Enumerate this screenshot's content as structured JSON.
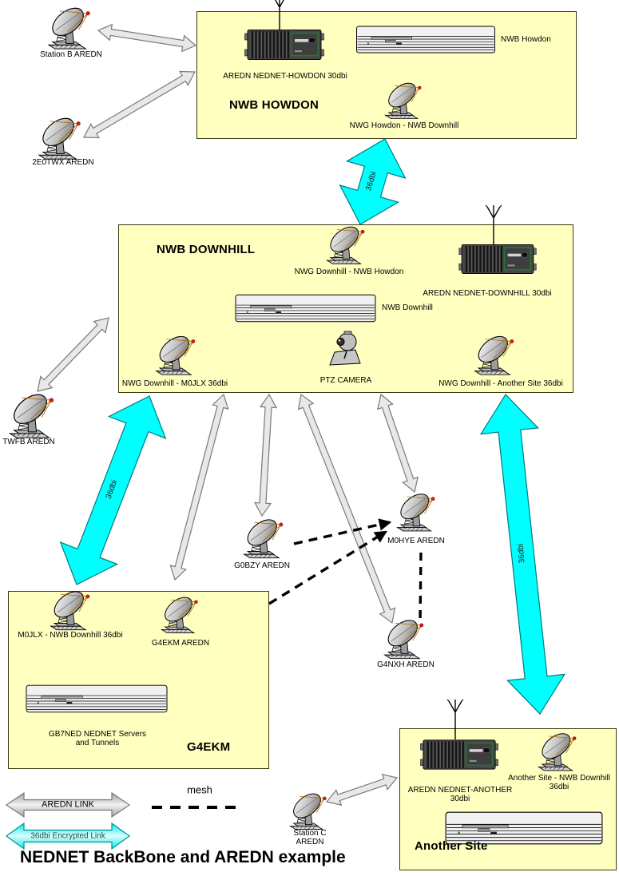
{
  "title": "NEDNET BackBone and AREDN example",
  "legend": {
    "aredn_link": "AREDN LINK",
    "encrypted_link": "36dbi Encrypted Link",
    "mesh": "mesh"
  },
  "links": {
    "howdon_downhill": "36dbi",
    "downhill_g4ekm": "36dbi",
    "downhill_another": "36dbi"
  },
  "howdon": {
    "title": "NWB HOWDON",
    "radio": "AREDN NEDNET-HOWDON 30dbi",
    "server": "NWB Howdon",
    "dish": "NWG Howdon - NWB Downhill"
  },
  "downhill": {
    "title": "NWB DOWNHILL",
    "dish_howdon": "NWG Downhill - NWB Howdon",
    "radio": "AREDN NEDNET-DOWNHILL 30dbi",
    "server": "NWB Downhill",
    "dish_m0jlx": "NWG Downhill - M0JLX 36dbi",
    "camera": "PTZ CAMERA",
    "dish_another": "NWG Downhill - Another Site 36dbi"
  },
  "g4ekm": {
    "title": "G4EKM",
    "dish_m0jlx": "M0JLX - NWB Downhill 36dbi",
    "dish_aredn": "G4EKM AREDN",
    "server_line1": "GB7NED NEDNET Servers",
    "server_line2": "and Tunnels"
  },
  "another": {
    "title": "Another Site",
    "radio_line1": "AREDN NEDNET-ANOTHER",
    "radio_line2": "30dbi",
    "dish_line1": "Another Site - NWB Downhill",
    "dish_line2": "36dbi"
  },
  "stations": {
    "station_b": "Station B AREDN",
    "twx": "2E0TWX AREDN",
    "twfb": "TWFB AREDN",
    "g0bzy": "G0BZY AREDN",
    "m0hye": "M0HYE AREDN",
    "g4nxh": "G4NXH AREDN",
    "station_c_line1": "Station C",
    "station_c_line2": "AREDN"
  }
}
